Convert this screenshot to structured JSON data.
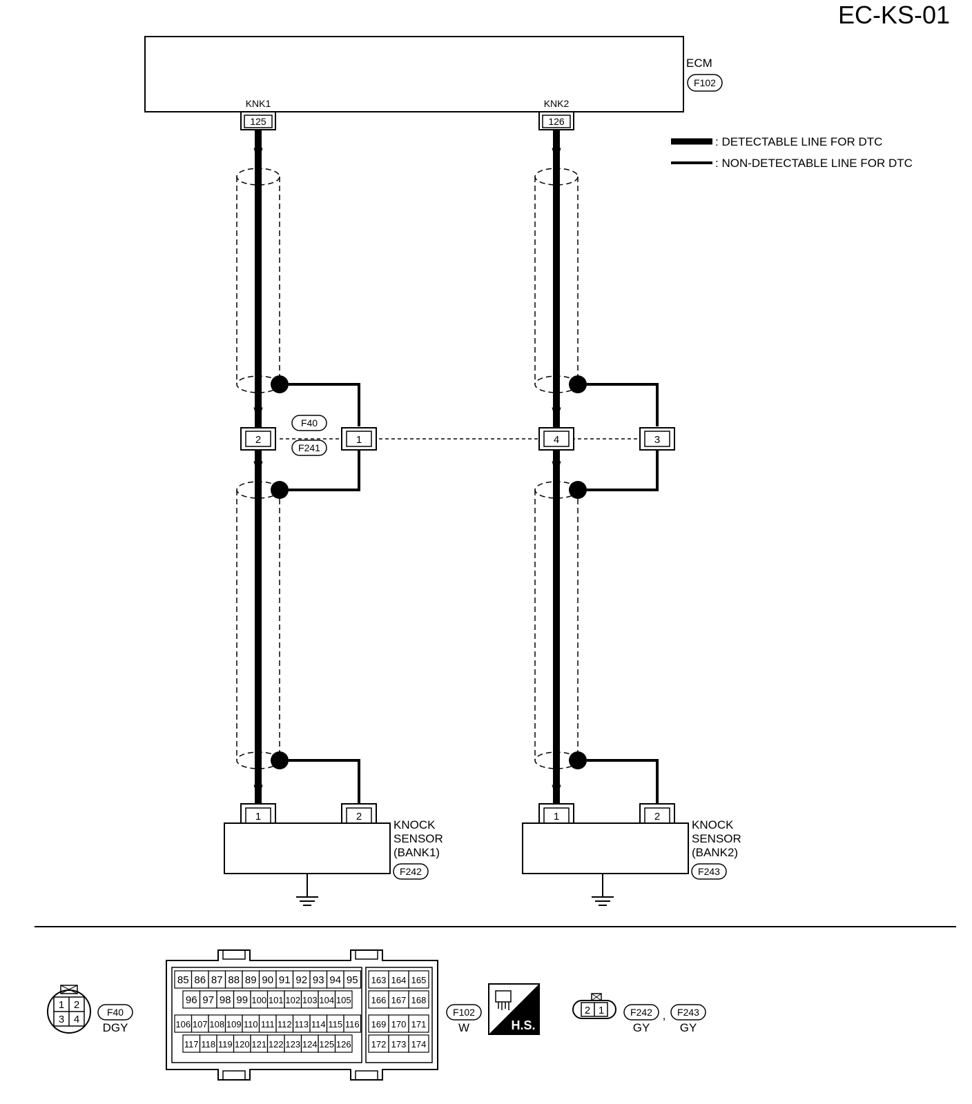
{
  "title": "EC-KS-01",
  "ecm": {
    "name": "ECM",
    "connector": "F102",
    "pins": [
      {
        "label": "KNK1",
        "number": "125"
      },
      {
        "label": "KNK2",
        "number": "126"
      }
    ]
  },
  "legend": {
    "detectable": ": DETECTABLE LINE FOR DTC",
    "non_detectable": ": NON-DETECTABLE LINE FOR DTC"
  },
  "wire_color": "W",
  "junction": {
    "connector_a": "F40",
    "connector_b": "F241",
    "pins": [
      "2",
      "1",
      "4",
      "3"
    ]
  },
  "sensors": [
    {
      "line1": "KNOCK",
      "line2": "SENSOR",
      "line3": "(BANK1)",
      "connector": "F242",
      "pins": [
        "1",
        "2"
      ]
    },
    {
      "line1": "KNOCK",
      "line2": "SENSOR",
      "line3": "(BANK2)",
      "connector": "F243",
      "pins": [
        "1",
        "2"
      ]
    }
  ],
  "connector_views": {
    "f40": {
      "id": "F40",
      "color": "DGY",
      "pins": [
        "1",
        "2",
        "3",
        "4"
      ]
    },
    "f102": {
      "id": "F102",
      "color": "W",
      "rows_left": [
        [
          "85",
          "86",
          "87",
          "88",
          "89",
          "90",
          "91",
          "92",
          "93",
          "94",
          "95"
        ],
        [
          "96",
          "97",
          "98",
          "99",
          "100",
          "101",
          "102",
          "103",
          "104",
          "105"
        ],
        [
          "106",
          "107",
          "108",
          "109",
          "110",
          "111",
          "112",
          "113",
          "114",
          "115",
          "116"
        ],
        [
          "117",
          "118",
          "119",
          "120",
          "121",
          "122",
          "123",
          "124",
          "125",
          "126"
        ]
      ],
      "rows_right": [
        [
          "163",
          "164",
          "165"
        ],
        [
          "166",
          "167",
          "168"
        ],
        [
          "169",
          "170",
          "171"
        ],
        [
          "172",
          "173",
          "174"
        ]
      ]
    },
    "hs": {
      "label": "H.S."
    },
    "f242": {
      "id": "F242",
      "color": "GY",
      "pins": [
        "2",
        "1"
      ]
    },
    "f243": {
      "id": "F243",
      "color": "GY"
    }
  }
}
